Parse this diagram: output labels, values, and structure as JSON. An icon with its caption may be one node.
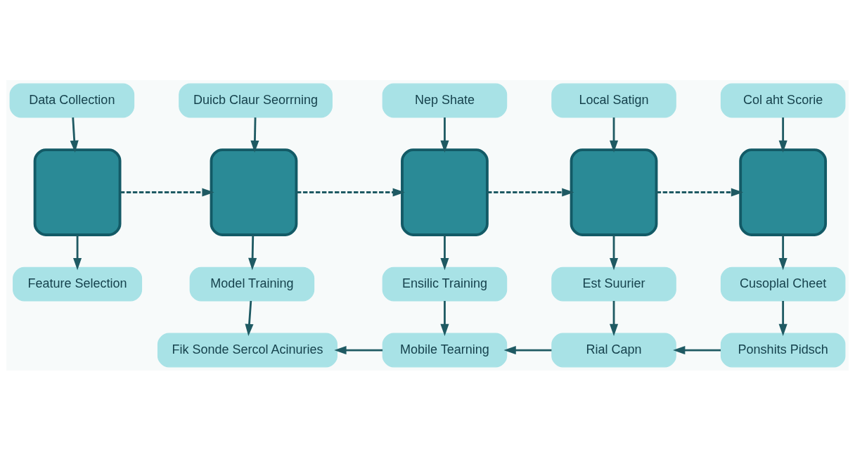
{
  "diagram": {
    "nodes": [
      {
        "text": [
          "Data Collection"
        ]
      },
      {
        "text": [
          "Duicb Claur Seorrning"
        ]
      },
      {
        "text": [
          "Nep Shate"
        ]
      },
      {
        "text": [
          "Local Satign"
        ]
      },
      {
        "text": [
          "Col aht Scorie"
        ]
      },
      {
        "text": [],
        "shape": "box"
      },
      {
        "text": [],
        "shape": "box"
      },
      {
        "text": [],
        "shape": "box"
      },
      {
        "text": [],
        "shape": "box"
      },
      {
        "text": [],
        "shape": "box"
      },
      {
        "text": [
          "Feature Selection"
        ]
      },
      {
        "text": [
          "Model Training"
        ]
      },
      {
        "text": [
          "Ensilic Training"
        ]
      },
      {
        "text": [
          "Est Suurier"
        ]
      },
      {
        "text": [
          "Cusoplal Cheet"
        ]
      },
      {
        "text": [
          "Fik Sonde Sercol Acinuries"
        ]
      },
      {
        "text": [
          "Mobile Tearning"
        ]
      },
      {
        "text": [
          "Rial Capn"
        ]
      },
      {
        "text": [
          "Ponshits Pidsch"
        ]
      }
    ],
    "edges": [
      {
        "from": 0,
        "to": 5,
        "arrow": "to"
      },
      {
        "from": 1,
        "to": 6,
        "arrow": "to"
      },
      {
        "from": 2,
        "to": 7,
        "arrow": "to"
      },
      {
        "from": 3,
        "to": 8,
        "arrow": "to"
      },
      {
        "from": 4,
        "to": 9,
        "arrow": "to"
      },
      {
        "from": 5,
        "to": 6,
        "arrow": "to",
        "style": "dashed"
      },
      {
        "from": 6,
        "to": 7,
        "arrow": "to",
        "style": "dashed"
      },
      {
        "from": 7,
        "to": 8,
        "arrow": "to",
        "style": "dashed"
      },
      {
        "from": 8,
        "to": 9,
        "arrow": "to",
        "style": "dashed"
      },
      {
        "from": 5,
        "to": 10,
        "arrow": "to"
      },
      {
        "from": 6,
        "to": 11,
        "arrow": "to"
      },
      {
        "from": 7,
        "to": 12,
        "arrow": "to"
      },
      {
        "from": 8,
        "to": 13,
        "arrow": "to"
      },
      {
        "from": 9,
        "to": 14,
        "arrow": "to"
      },
      {
        "from": 11,
        "to": 15,
        "arrow": "to"
      },
      {
        "from": 12,
        "to": 16,
        "arrow": "to"
      },
      {
        "from": 13,
        "to": 17,
        "arrow": "to"
      },
      {
        "from": 14,
        "to": 18,
        "arrow": "to"
      },
      {
        "from": 18,
        "to": 17,
        "arrow": "to"
      },
      {
        "from": 17,
        "to": 16,
        "arrow": "to"
      },
      {
        "from": 16,
        "to": 15,
        "arrow": "to"
      }
    ]
  }
}
